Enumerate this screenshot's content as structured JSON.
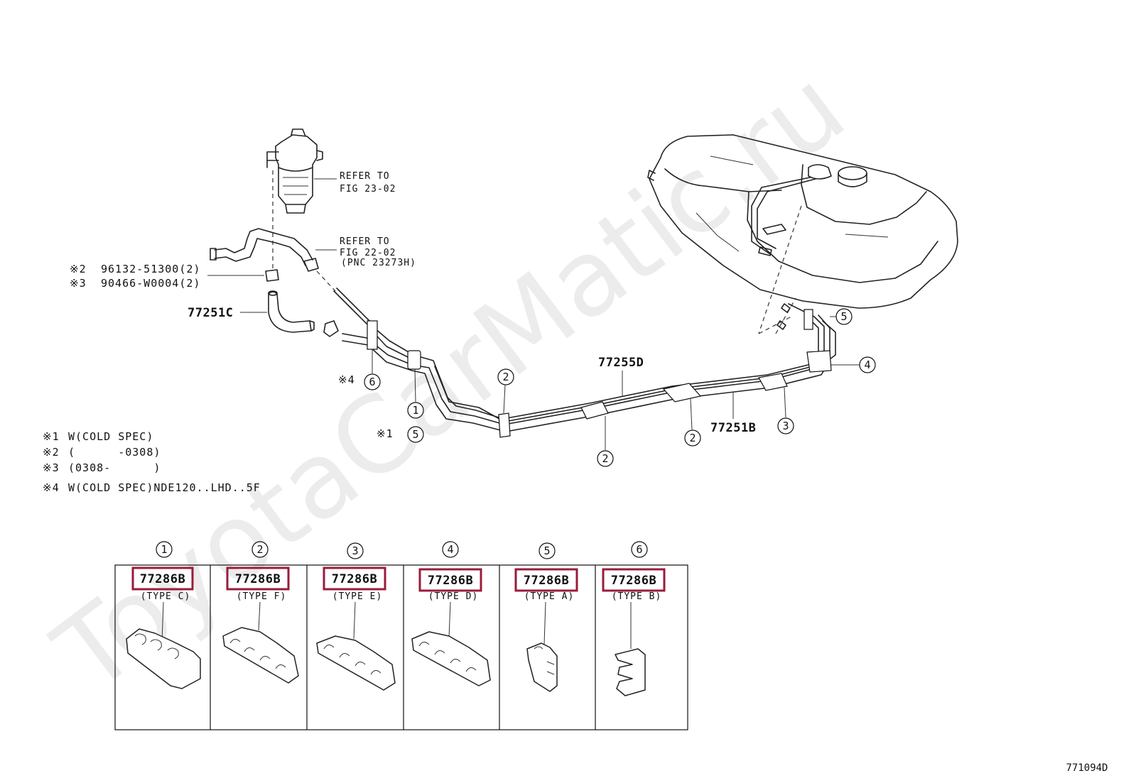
{
  "watermark": "ToyotaCarMatic.ru",
  "top_refs": {
    "filter_refer_line1": "REFER TO",
    "filter_refer_line2": "FIG 23-02",
    "hose_refer_line1": "REFER TO",
    "hose_refer_line2": "FIG 22-02",
    "hose_refer_line3": "(PNC 23273H)"
  },
  "part_notes": [
    {
      "mark": "※2",
      "text": "96132-51300(2)"
    },
    {
      "mark": "※3",
      "text": "90466-W0004(2)"
    }
  ],
  "part_numbers": {
    "hose": "77251C",
    "main_tube": "77255D",
    "return_tube": "77251B"
  },
  "callouts": [
    "1",
    "2",
    "3",
    "4",
    "5",
    "6"
  ],
  "note_marks": {
    "m1": "※1",
    "m4": "※4"
  },
  "footnotes": [
    {
      "mark": "※1",
      "text": "W(COLD SPEC)"
    },
    {
      "mark": "※2",
      "text": "(      -0308)"
    },
    {
      "mark": "※3",
      "text": "(0308-      )"
    },
    {
      "mark": "※4",
      "text": "W(COLD SPEC)NDE120..LHD..5F"
    }
  ],
  "clamp_table": [
    {
      "index": "1",
      "part": "77286B",
      "type": "(TYPE C)"
    },
    {
      "index": "2",
      "part": "77286B",
      "type": "(TYPE F)"
    },
    {
      "index": "3",
      "part": "77286B",
      "type": "(TYPE E)"
    },
    {
      "index": "4",
      "part": "77286B",
      "type": "(TYPE D)"
    },
    {
      "index": "5",
      "part": "77286B",
      "type": "(TYPE A)"
    },
    {
      "index": "6",
      "part": "77286B",
      "type": "(TYPE B)"
    }
  ],
  "highlight_color": "#9b1b3a",
  "figure_code": "771094D"
}
